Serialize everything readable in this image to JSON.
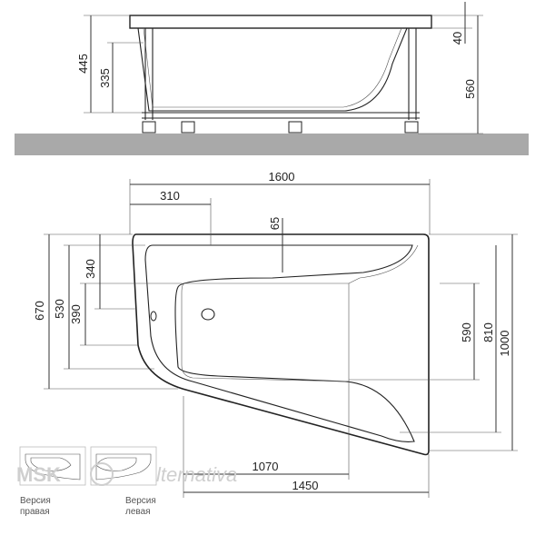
{
  "side_view": {
    "height_total": "445",
    "height_inner": "335",
    "rim_thickness": "40",
    "height_overall": "560"
  },
  "top_view": {
    "length": "1600",
    "offset_top": "310",
    "rim_offset": "65",
    "left_dims": [
      "670",
      "530",
      "390",
      "340"
    ],
    "right_dims": [
      "590",
      "810",
      "1000"
    ],
    "bottom_dims": [
      "1070",
      "1450"
    ]
  },
  "versions": {
    "right_line1": "Версия",
    "right_line2": "правая",
    "left_line1": "Версия",
    "left_line2": "левая"
  },
  "watermark": {
    "brand": "MSK",
    "text": "lternativa"
  },
  "colors": {
    "floor": "#a9a9a9",
    "line": "#333333"
  }
}
